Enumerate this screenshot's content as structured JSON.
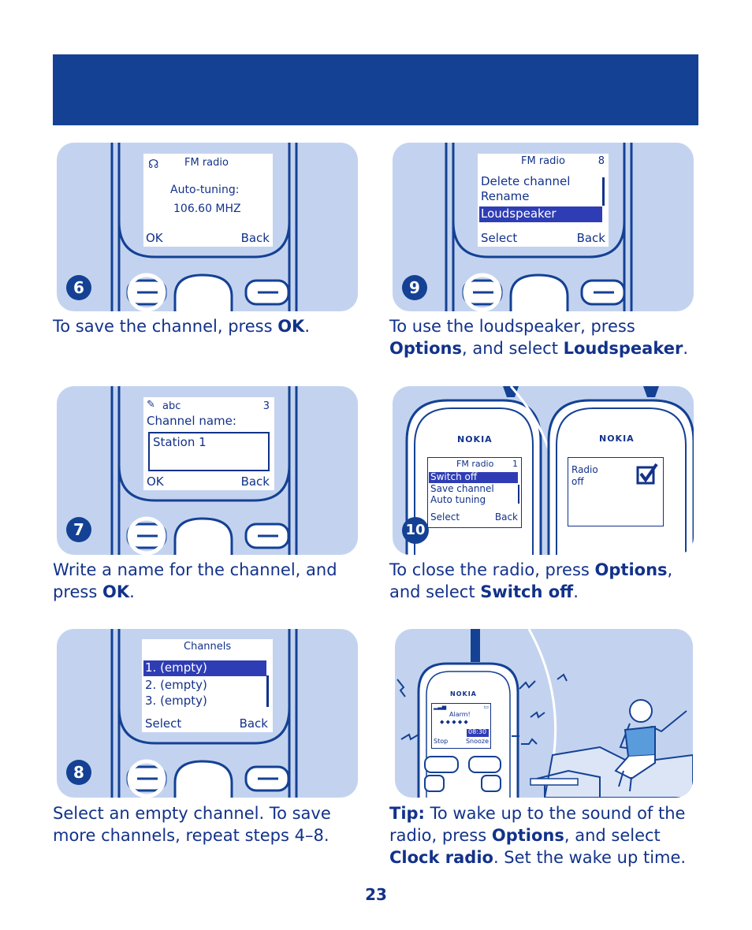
{
  "step6": {
    "badge": "6",
    "screen_title": "FM radio",
    "line1": "Auto-tuning:",
    "line2": "106.60 MHZ",
    "left_soft": "OK",
    "right_soft": "Back",
    "caption_pre": "To save the channel, press ",
    "caption_bold": "OK",
    "caption_post": "."
  },
  "step9": {
    "badge": "9",
    "screen_title": "FM radio",
    "count": "8",
    "items": [
      "Delete channel",
      "Rename",
      "Loudspeaker"
    ],
    "left_soft": "Select",
    "right_soft": "Back",
    "caption_pre": "To use the loudspeaker, press ",
    "caption_bold1": "Options",
    "caption_mid": ", and select ",
    "caption_bold2": "Loudspeaker",
    "caption_post": "."
  },
  "step7": {
    "badge": "7",
    "mode": "abc",
    "count": "3",
    "label": "Channel name:",
    "input_value": "Station 1",
    "left_soft": "OK",
    "right_soft": "Back",
    "caption_pre": "Write a name for the channel, and press ",
    "caption_bold": "OK",
    "caption_post": "."
  },
  "step10": {
    "badge": "10",
    "brand": "NOKIA",
    "screen_title": "FM radio",
    "count": "1",
    "items": [
      "Switch off",
      "Save channel",
      "Auto tuning"
    ],
    "left_soft": "Select",
    "right_soft": "Back",
    "brand2": "NOKIA",
    "radio_line1": "Radio",
    "radio_line2": "off",
    "caption_pre": "To close the radio, press ",
    "caption_bold1": "Options",
    "caption_mid": ", and select ",
    "caption_bold2": "Switch off",
    "caption_post": "."
  },
  "step8": {
    "badge": "8",
    "screen_title": "Channels",
    "items": [
      "1. (empty)",
      "2. (empty)",
      "3. (empty)"
    ],
    "left_soft": "Select",
    "right_soft": "Back",
    "caption": "Select an empty channel. To save more channels, repeat steps 4–8."
  },
  "tip": {
    "brand": "NOKIA",
    "alarm": "Alarm!",
    "time": "08:30",
    "left_soft": "Stop",
    "right_soft": "Snooze",
    "caption_lead": "Tip:",
    "caption_pre": " To wake up to the sound of the radio, press ",
    "caption_bold1": "Options",
    "caption_mid": ", and select ",
    "caption_bold2": "Clock radio",
    "caption_post": ". Set the wake up time."
  },
  "page_number": "23",
  "colors": {
    "banner": "#144194",
    "panel": "#c3d3ef",
    "text": "#12328a",
    "highlight": "#2f3db5"
  }
}
